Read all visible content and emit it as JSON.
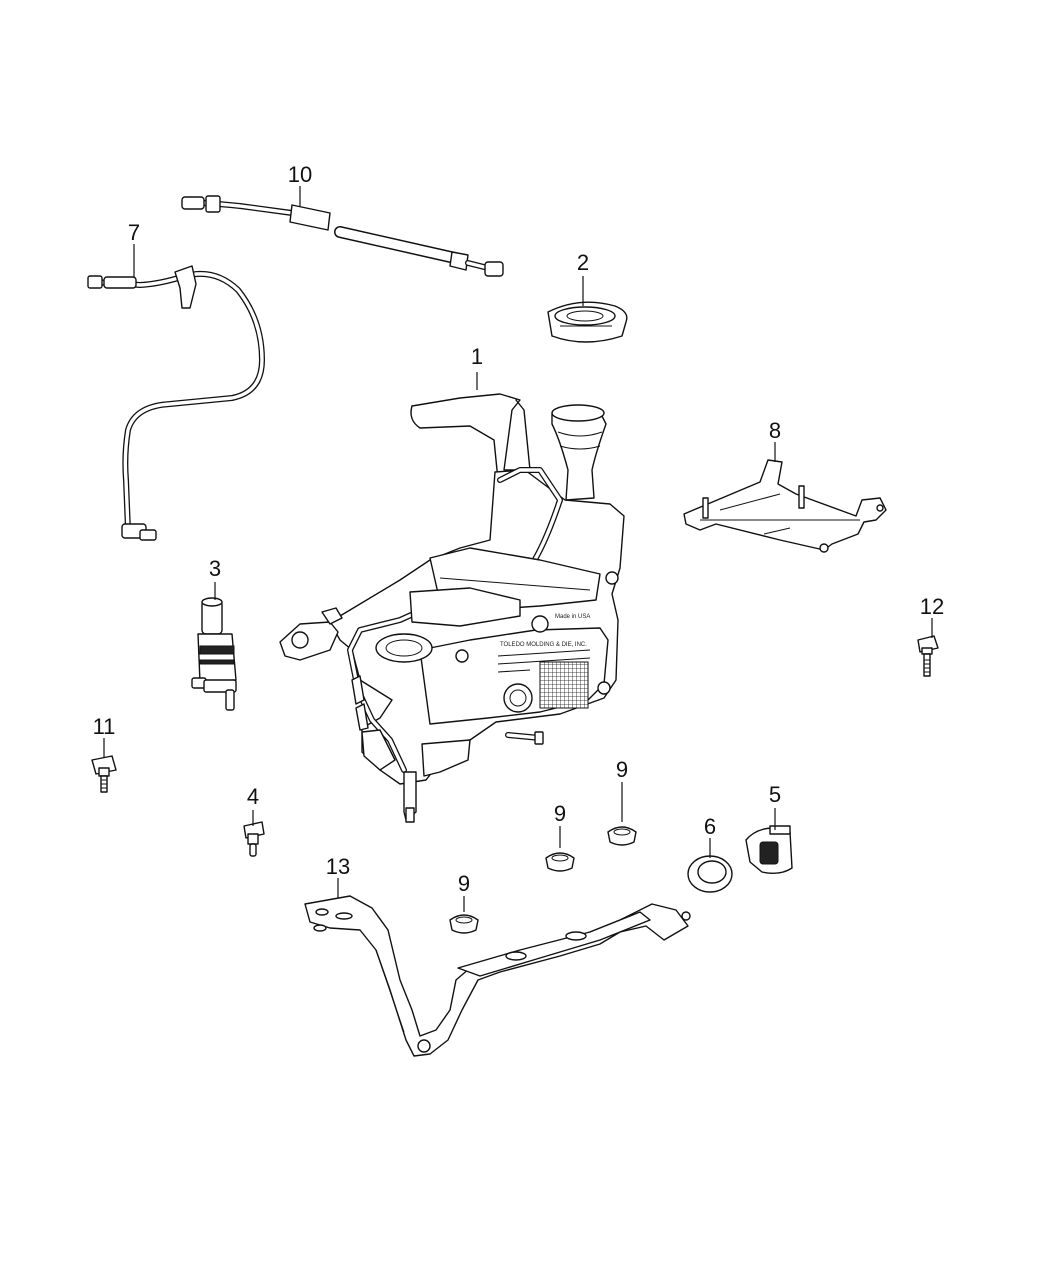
{
  "callouts": [
    {
      "id": "1",
      "label": "1"
    },
    {
      "id": "2",
      "label": "2"
    },
    {
      "id": "3",
      "label": "3"
    },
    {
      "id": "4",
      "label": "4"
    },
    {
      "id": "5",
      "label": "5"
    },
    {
      "id": "6",
      "label": "6"
    },
    {
      "id": "7",
      "label": "7"
    },
    {
      "id": "8",
      "label": "8"
    },
    {
      "id": "9a",
      "label": "9"
    },
    {
      "id": "9b",
      "label": "9"
    },
    {
      "id": "9c",
      "label": "9"
    },
    {
      "id": "10",
      "label": "10"
    },
    {
      "id": "11",
      "label": "11"
    },
    {
      "id": "12",
      "label": "12"
    },
    {
      "id": "13",
      "label": "13"
    }
  ],
  "reservoir_label": {
    "made_in": "Made in USA",
    "company": "TOLEDO MOLDING & DIE, INC."
  },
  "colors": {
    "line": "#111111",
    "background": "#ffffff"
  }
}
